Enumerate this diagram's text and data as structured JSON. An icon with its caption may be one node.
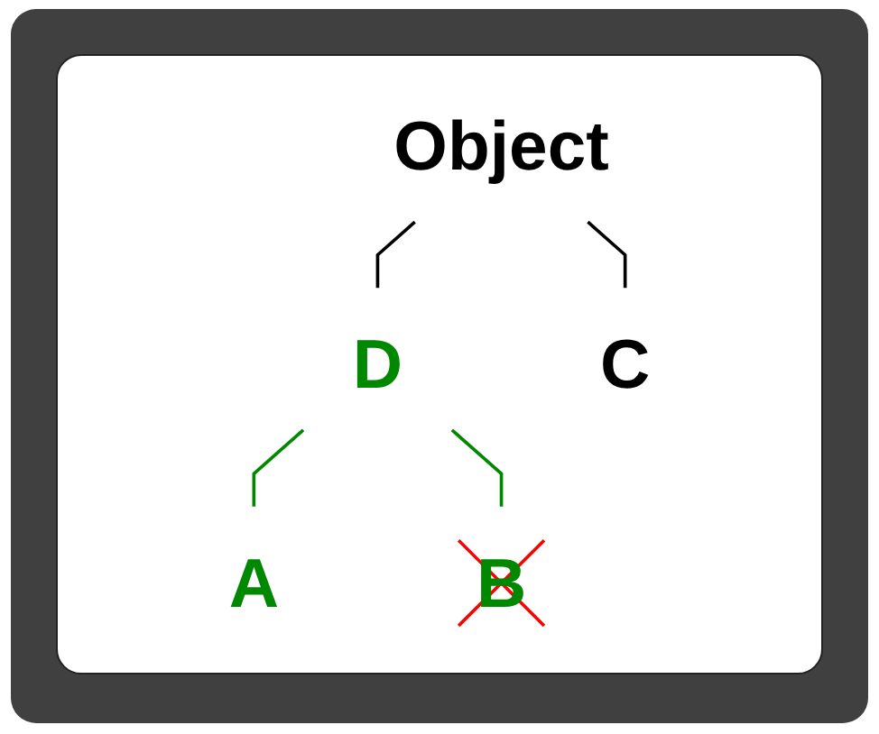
{
  "diagram": {
    "nodes": [
      {
        "text": [
          "Object"
        ]
      },
      {
        "text": [
          "D"
        ]
      },
      {
        "text": [
          "C"
        ]
      },
      {
        "text": [
          "A"
        ]
      },
      {
        "text": [
          "B"
        ]
      }
    ],
    "edges": [
      {
        "from": 0,
        "to": 1,
        "arrow": "none"
      },
      {
        "from": 0,
        "to": 2,
        "arrow": "none"
      },
      {
        "from": 1,
        "to": 3,
        "arrow": "none",
        "color": "#008800"
      },
      {
        "from": 1,
        "to": 4,
        "arrow": "none",
        "color": "#008800"
      }
    ]
  }
}
